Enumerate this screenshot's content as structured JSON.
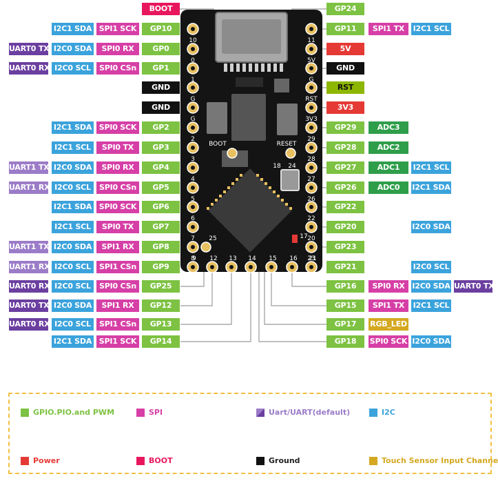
{
  "colors": {
    "gpio": "#7dc242",
    "spi": "#d63fa6",
    "uart": "#6b3fa0",
    "uart_default": "#9b7cc8",
    "i2c": "#3ba3dc",
    "power": "#e53935",
    "boot": "#e8175d",
    "ground": "#111111",
    "rst": "#8db600",
    "adc": "#2e9e4a",
    "touch": "#d4a820"
  },
  "board": {
    "silk_labels": {
      "left_pins": [
        "10",
        "0",
        "1",
        "G",
        "G",
        "2",
        "3",
        "4",
        "5",
        "6",
        "7",
        "8"
      ],
      "right_pins": [
        "11",
        "5V",
        "G",
        "RST",
        "3V3",
        "29",
        "28",
        "27",
        "26",
        "22",
        "20",
        "23"
      ],
      "bottom_pins": [
        "9",
        "12",
        "13",
        "14",
        "15",
        "16",
        "21"
      ],
      "inner_pins": [
        "25",
        "18",
        "24",
        "17"
      ],
      "boot": "BOOT",
      "reset": "RESET"
    }
  },
  "top_labels": {
    "boot": "BOOT",
    "gp24": "GP24"
  },
  "left_rows": [
    [
      "I2C1 SDA",
      "SPI1 SCK",
      "GP10"
    ],
    [
      "UART0 TX",
      "I2C0 SDA",
      "SPI0 RX",
      "GP0"
    ],
    [
      "UART0 RX",
      "I2C0 SCL",
      "SPI0 CSn",
      "GP1"
    ],
    [
      "GND"
    ],
    [
      "GND"
    ],
    [
      "I2C1 SDA",
      "SPI0 SCK",
      "GP2"
    ],
    [
      "I2C1 SCL",
      "SPI0 TX",
      "GP3"
    ],
    [
      "UART1 TX",
      "I2C0 SDA",
      "SPI0 RX",
      "GP4"
    ],
    [
      "UART1 RX",
      "I2C0 SCL",
      "SPI0 CSn",
      "GP5"
    ],
    [
      "I2C1 SDA",
      "SPI0 SCK",
      "GP6"
    ],
    [
      "I2C1 SCL",
      "SPI0 TX",
      "GP7"
    ],
    [
      "UART1 TX",
      "I2C0 SDA",
      "SPI1 RX",
      "GP8"
    ],
    [
      "UART1 RX",
      "I2C0 SCL",
      "SPI1 CSn",
      "GP9"
    ],
    [
      "UART0 RX",
      "I2C0 SCL",
      "SPI0 CSn",
      "GP25"
    ],
    [
      "UART0 TX",
      "I2C0 SDA",
      "SPI1 RX",
      "GP12"
    ],
    [
      "UART0 RX",
      "I2C0 SCL",
      "SPI1 CSn",
      "GP13"
    ],
    [
      "I2C1 SDA",
      "SPI1 SCK",
      "GP14"
    ]
  ],
  "right_rows": [
    [
      "GP11",
      "SPI1 TX",
      "I2C1 SCL"
    ],
    [
      "5V"
    ],
    [
      "GND"
    ],
    [
      "RST"
    ],
    [
      "3V3"
    ],
    [
      "GP29",
      "ADC3"
    ],
    [
      "GP28",
      "ADC2"
    ],
    [
      "GP27",
      "ADC1",
      "I2C1 SCL"
    ],
    [
      "GP26",
      "ADC0",
      "I2C1 SDA"
    ],
    [
      "GP22"
    ],
    [
      "GP20",
      "",
      "I2C0 SDA"
    ],
    [
      "GP23"
    ],
    [
      "GP21",
      "",
      "I2C0 SCL"
    ],
    [
      "GP16",
      "SPI0 RX",
      "I2C0 SDA",
      "UART0 TX"
    ],
    [
      "GP15",
      "SPI1 TX",
      "I2C1 SCL"
    ],
    [
      "GP17",
      "RGB_LED"
    ],
    [
      "GP18",
      "SPI0 SCK",
      "I2C0 SDA"
    ]
  ],
  "legend": [
    {
      "name": "gpio",
      "label": "GPIO.PIO.and PWM"
    },
    {
      "name": "spi",
      "label": "SPI"
    },
    {
      "name": "uart",
      "label": "Uart/UART(default)"
    },
    {
      "name": "i2c",
      "label": "I2C"
    },
    {
      "name": "power",
      "label": "Power"
    },
    {
      "name": "boot",
      "label": "BOOT"
    },
    {
      "name": "ground",
      "label": "Ground"
    },
    {
      "name": "touch",
      "label": "Touch Sensor Input Channel"
    }
  ]
}
